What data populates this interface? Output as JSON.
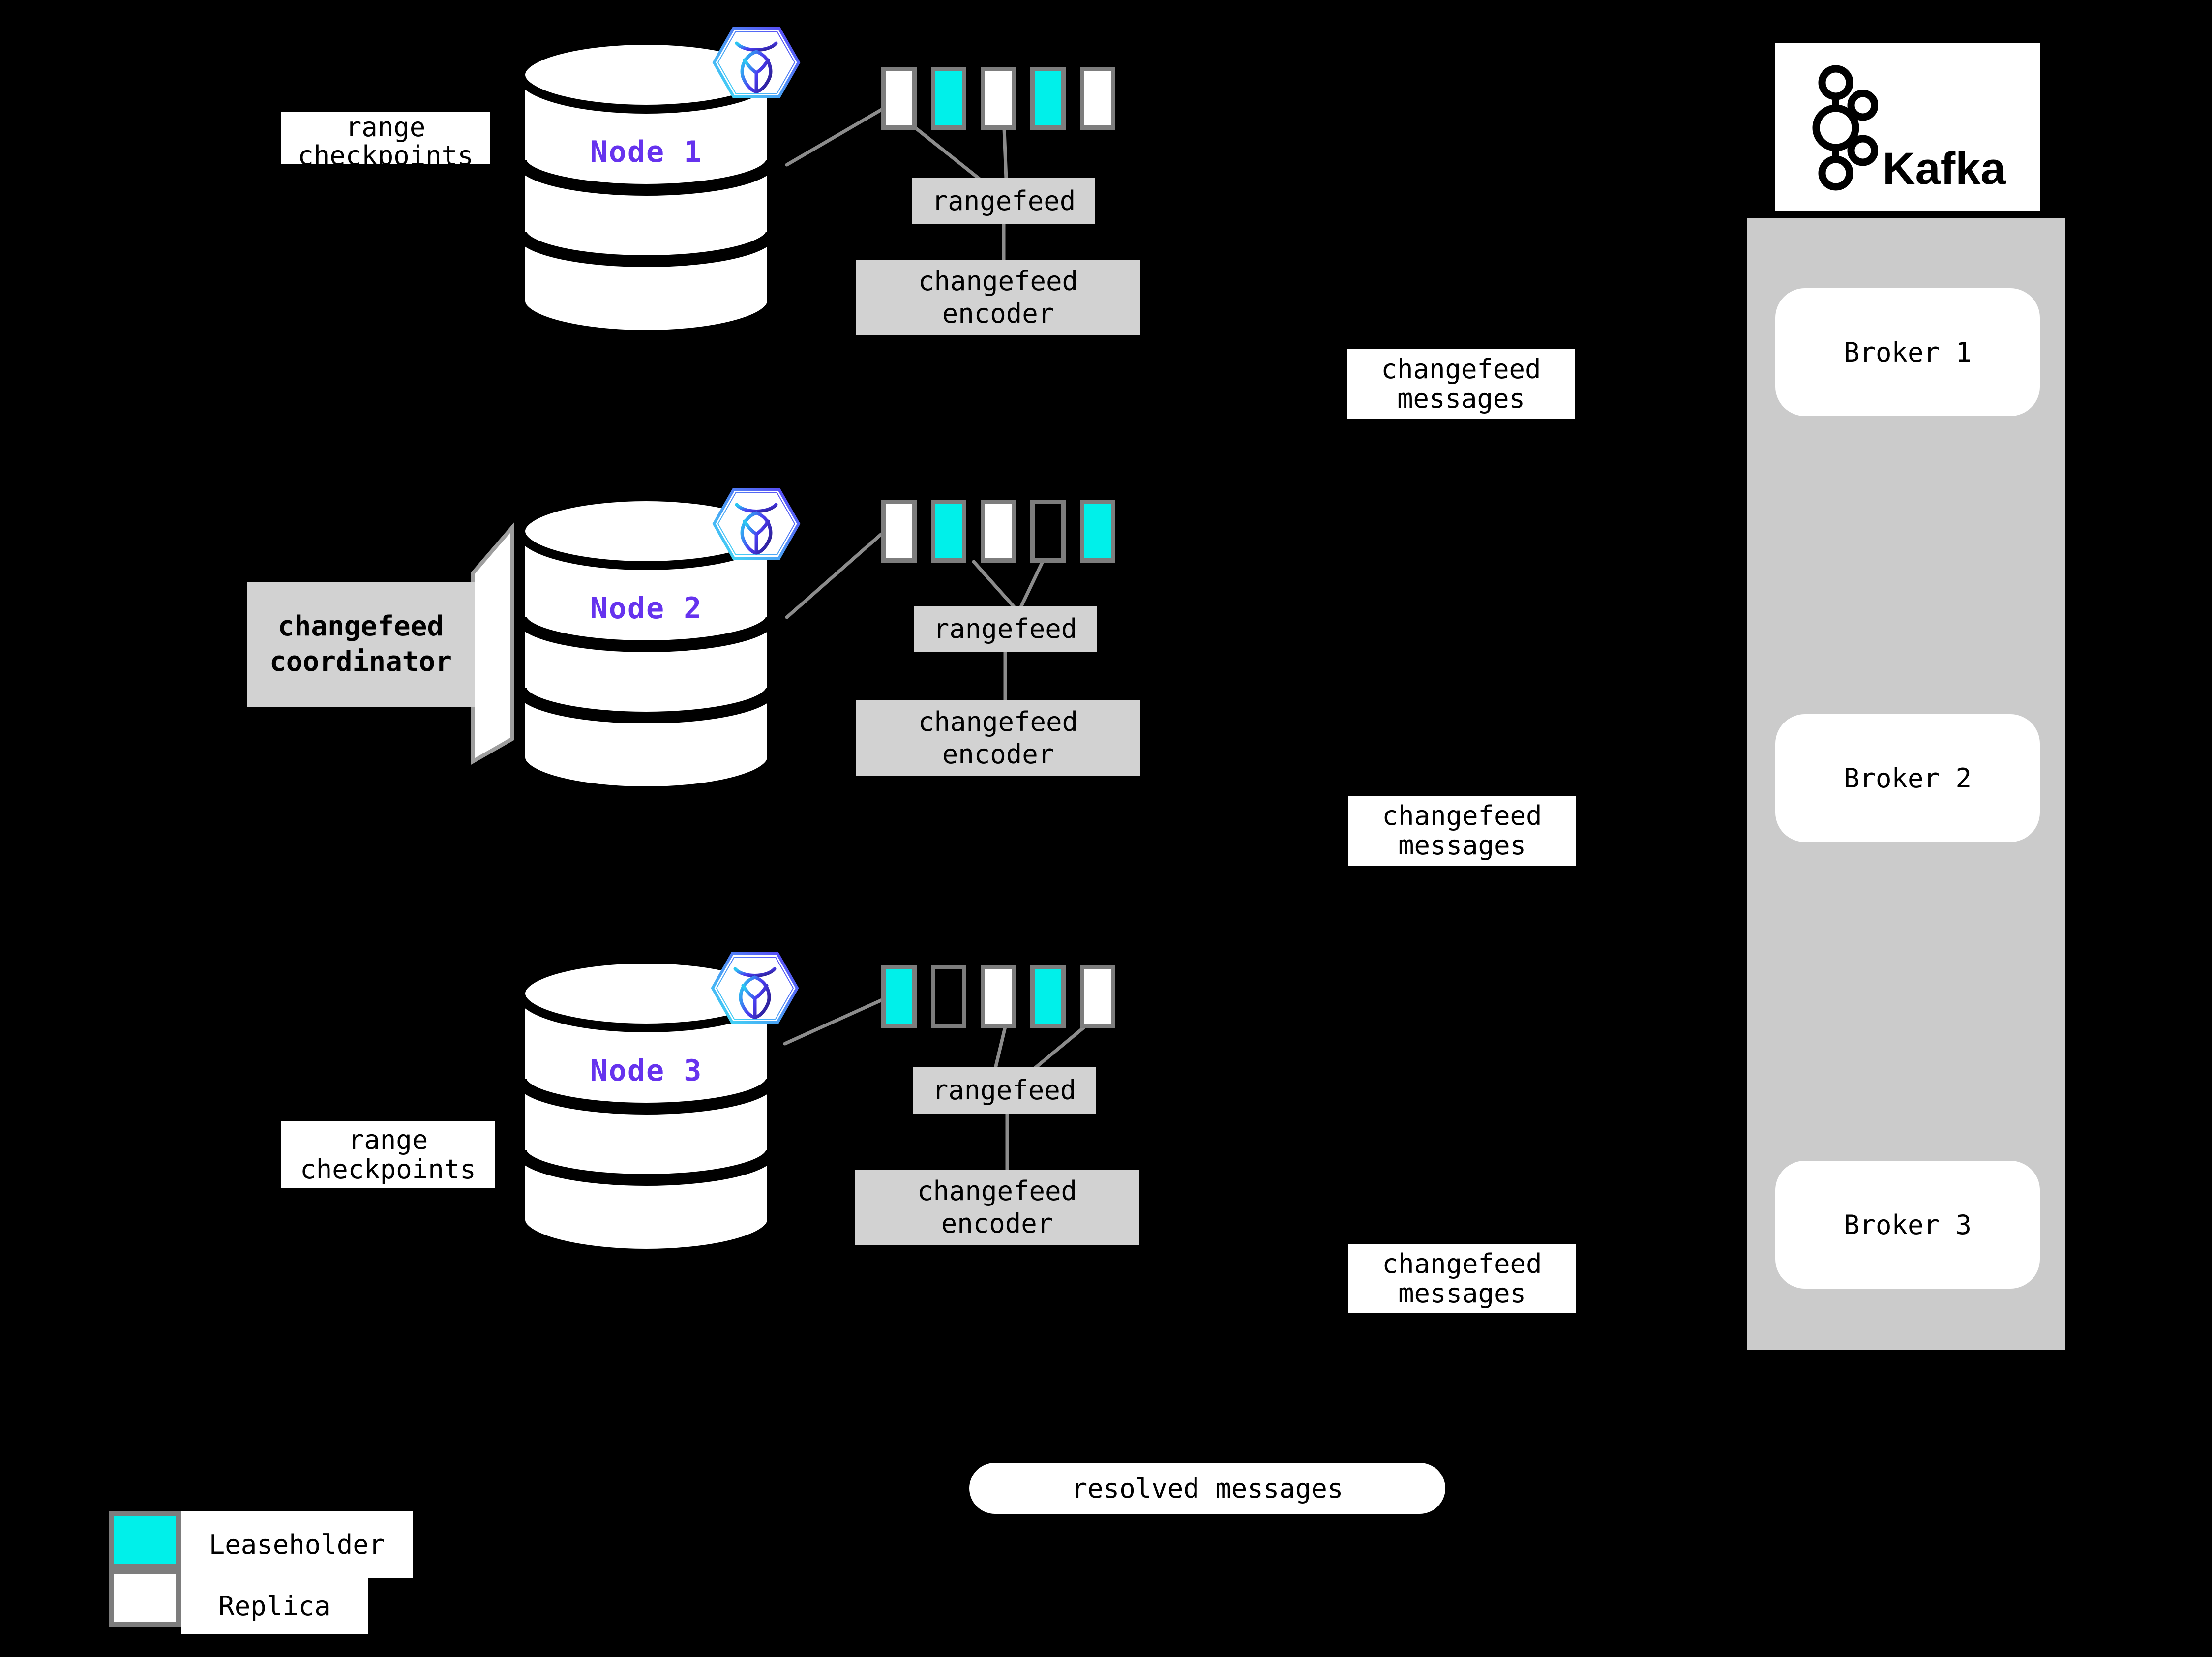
{
  "labels": {
    "range_checkpoints": "range checkpoints",
    "rangefeed": "rangefeed",
    "changefeed_encoder": "changefeed encoder",
    "changefeed_messages": "changefeed messages",
    "changefeed_coordinator": "changefeed coordinator",
    "resolved_messages": "resolved messages"
  },
  "nodes": [
    {
      "label": "Node 1",
      "replicas": [
        "replica",
        "leaseholder",
        "replica",
        "leaseholder",
        "replica"
      ]
    },
    {
      "label": "Node 2",
      "replicas": [
        "replica",
        "leaseholder",
        "replica",
        "empty",
        "leaseholder"
      ]
    },
    {
      "label": "Node 3",
      "replicas": [
        "leaseholder",
        "empty",
        "replica",
        "leaseholder",
        "replica"
      ]
    }
  ],
  "kafka": {
    "brand": "Kafka",
    "brokers": [
      "Broker 1",
      "Broker 2",
      "Broker 3"
    ]
  },
  "legend": {
    "leaseholder": "Leaseholder",
    "replica": "Replica"
  },
  "icons": {
    "node_badge": "cockroachdb-hexagon-icon",
    "kafka_logo": "kafka-icon",
    "panel_arrow": "left-arrowhead-icon"
  },
  "colors": {
    "background": "#000000",
    "leaseholder": "#00F0EA",
    "replica": "#FFFFFF",
    "empty": "transparent",
    "square_border": "#7D7D7D",
    "gray_box": "#D2D2D2",
    "kafka_panel": "#CBCBCB",
    "node_label_purple": "#6633EE",
    "connector_line": "#8C8C8C"
  }
}
